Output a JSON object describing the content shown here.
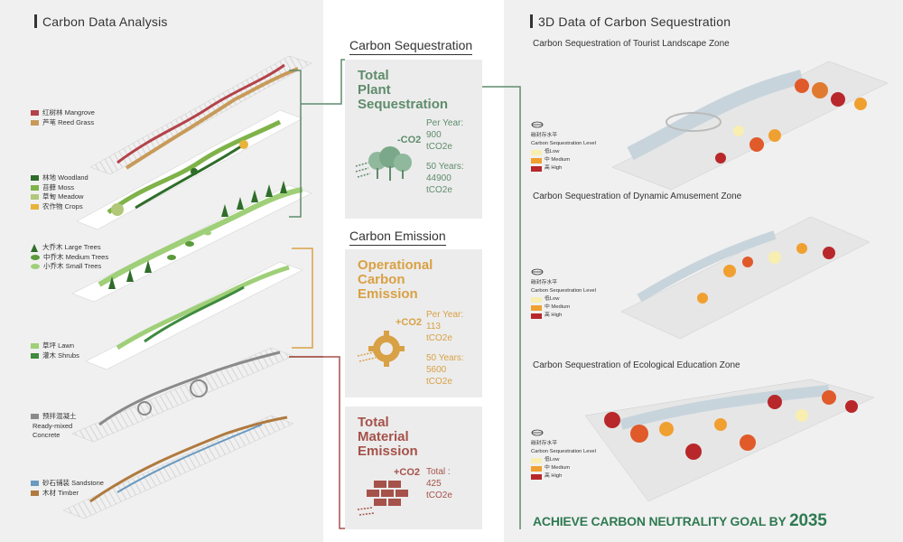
{
  "left": {
    "title": "Carbon Data Analysis",
    "legend_groups": [
      [
        {
          "color": "#b4424a",
          "label": "红树林 Mangrove"
        },
        {
          "color": "#c89a5a",
          "label": "芦苇 Reed Grass"
        }
      ],
      [
        {
          "color": "#2f6d2a",
          "label": "林地 Woodland"
        },
        {
          "color": "#7fb34a",
          "label": "苔藓 Moss"
        },
        {
          "color": "#b0c878",
          "label": "草甸 Meadow"
        },
        {
          "color": "#e8b33a",
          "label": "农作物 Crops"
        }
      ],
      [
        {
          "color": "#2f6d2a",
          "label": "大乔木 Large Trees",
          "shape": "tri"
        },
        {
          "color": "#5a9a3c",
          "label": "中乔木 Medium Trees",
          "shape": "ell"
        },
        {
          "color": "#9fcf78",
          "label": "小乔木 Small Trees",
          "shape": "ell"
        }
      ],
      [
        {
          "color": "#9fcf78",
          "label": "草坪 Lawn"
        },
        {
          "color": "#3e8a3e",
          "label": "灌木 Shrubs"
        }
      ],
      [
        {
          "color": "#8a8a8a",
          "label": "预拌混凝土"
        },
        {
          "color": "",
          "label": "Ready-mixed"
        },
        {
          "color": "",
          "label": "Concrete"
        }
      ],
      [
        {
          "color": "#6a9ac0",
          "label": "砂石铺装 Sandstone"
        },
        {
          "color": "#b07a3e",
          "label": "木材 Timber"
        }
      ]
    ]
  },
  "middle": {
    "sequestration_heading": "Carbon Sequestration",
    "emission_heading": "Carbon Emission",
    "cards": {
      "plant": {
        "title": [
          "Total",
          "Plant",
          "Sequestration"
        ],
        "icon_label": "-CO2",
        "lines": [
          "Per Year:",
          "900",
          "tCO2e",
          "",
          "50 Years:",
          "44900",
          "tCO2e"
        ]
      },
      "operational": {
        "title": [
          "Operational",
          "Carbon",
          "Emission"
        ],
        "icon_label": "+CO2",
        "lines": [
          "Per Year:",
          "113",
          "tCO2e",
          "",
          "50 Years:",
          "5600",
          "tCO2e"
        ]
      },
      "material": {
        "title": [
          "Total",
          "Material",
          "Emission"
        ],
        "icon_label": "+CO2",
        "lines": [
          "Total :",
          "425",
          "tCO2e"
        ]
      }
    }
  },
  "right": {
    "title": "3D Data of Carbon Sequestration",
    "zones": [
      {
        "title": "Carbon Sequestration of Tourist Landscape Zone"
      },
      {
        "title": "Carbon Sequestration of Dynamic Amusement Zone"
      },
      {
        "title": "Carbon Sequestration of Ecological Education Zone"
      }
    ],
    "legend": {
      "heading_cn": "碳封存水平",
      "heading_en": "Carbon Sequestration Level",
      "levels": [
        {
          "color": "#f8eeb0",
          "label": "低Low"
        },
        {
          "color": "#f0a030",
          "label": "中 Medium"
        },
        {
          "color": "#b8282a",
          "label": "高 High"
        }
      ]
    },
    "goal_text": "ACHIEVE CARBON NEUTRALITY GOAL BY",
    "goal_year": "2035"
  },
  "colors": {
    "green": "#5f8c6c",
    "orange": "#d9a145",
    "red": "#a5524a",
    "goal": "#2f7a52"
  }
}
